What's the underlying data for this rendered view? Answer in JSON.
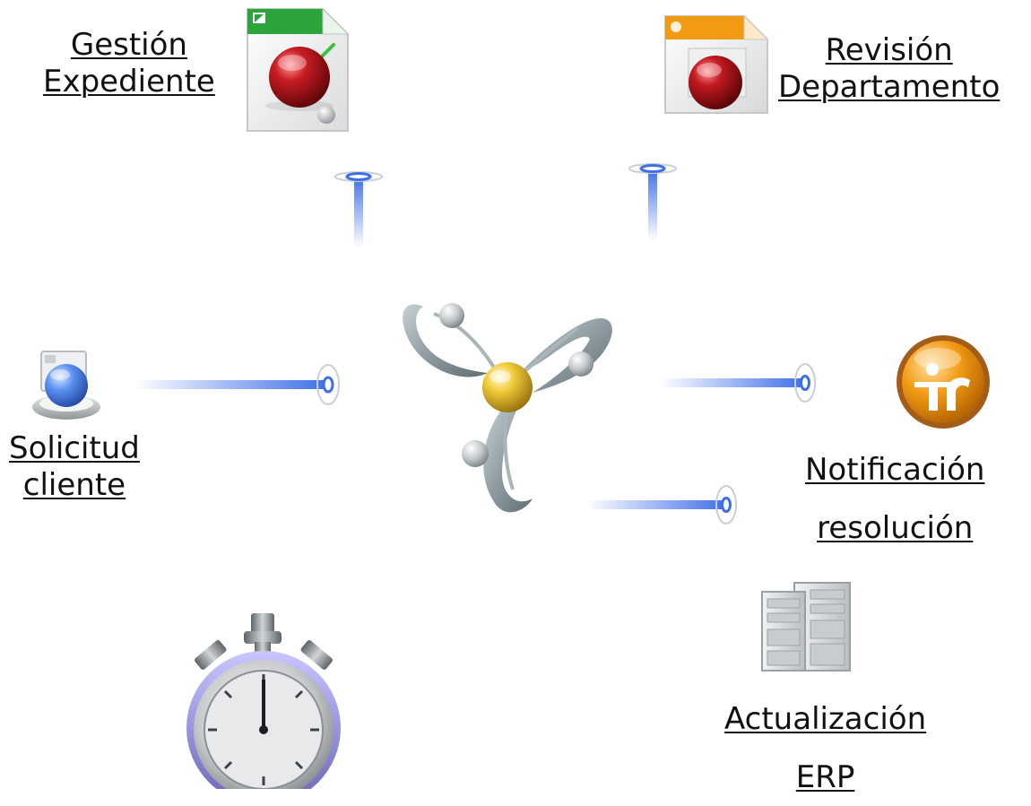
{
  "nodes": {
    "gestion": {
      "line1": "Gestión",
      "line2": "Expediente"
    },
    "revision": {
      "line1": "Revisión",
      "line2": "Departamento"
    },
    "solicitud": {
      "line1": "Solicitud",
      "line2": "cliente"
    },
    "notificacion": {
      "line1": "Notificación",
      "line2": "resolución"
    },
    "actualizacion": {
      "line1": "Actualización",
      "line2": "ERP"
    }
  },
  "colors": {
    "beam": "#3f6fe8",
    "red_orb": "#b5161b",
    "blue_orb": "#3a74e0",
    "orange_badge": "#f29a12",
    "gold_core": "#e0b622",
    "grey_metal": "#9aa3a8"
  },
  "icons": {
    "gestion": "document-red-orb-icon",
    "revision": "document-red-orb-icon",
    "solicitud": "client-computer-icon",
    "notificacion": "notification-badge-icon",
    "actualizacion": "server-rack-icon",
    "hub": "process-hub-icon",
    "timer": "stopwatch-icon"
  }
}
